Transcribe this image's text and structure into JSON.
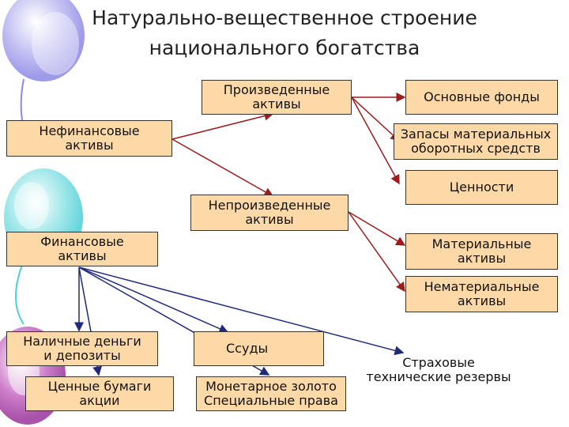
{
  "title": {
    "line1": "Натурально-вещественное строение",
    "line2": "национального богатства"
  },
  "boxes": {
    "produced": "Произведенные\nактивы",
    "fixed": "Основные фонды",
    "nonfinancial": "Нефинансовые\nактивы",
    "inventories": "Запасы материальных\nоборотных средств",
    "valuables": "Ценности",
    "nonproduced": "Непроизведенные\nактивы",
    "financial": "Финансовые\nактивы",
    "tangible": "Материальные\nактивы",
    "intangible": "Нематериальные\nактивы",
    "cash": "Наличные деньги\nи депозиты",
    "loans": "Ссуды",
    "securities": "Ценные бумаги\nакции",
    "gold": "Монетарное золото\nСпециальные права",
    "insurance": "Страховые\nтехнические резервы"
  },
  "colors": {
    "box_fill": "#fdd9a8",
    "arrow_red": "#9b1c1c",
    "arrow_blue": "#1f2a7a"
  }
}
